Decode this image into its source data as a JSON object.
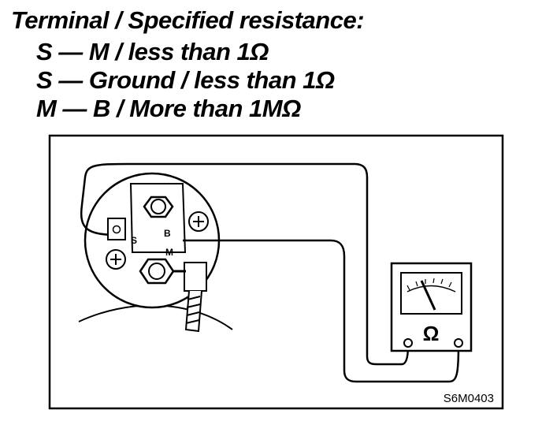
{
  "header": {
    "title": "Terminal / Specified resistance:",
    "rows": [
      "S — M / less than 1Ω",
      "S — Ground / less than 1Ω",
      "M — B / More than 1MΩ"
    ]
  },
  "diagram": {
    "terminal_s": "S",
    "terminal_b": "B",
    "terminal_m": "M",
    "meter_symbol": "Ω",
    "figure_code": "S6M0403"
  }
}
